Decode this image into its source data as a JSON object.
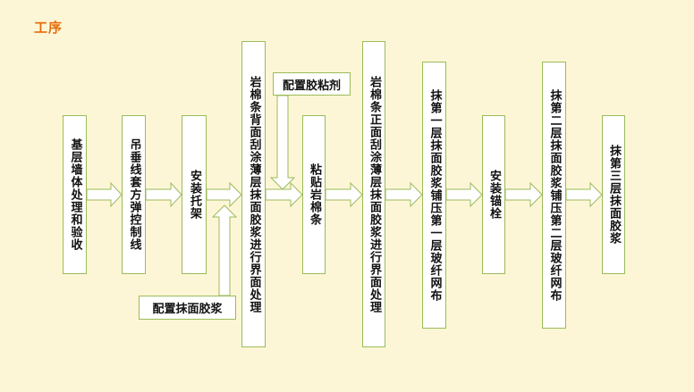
{
  "title": "工序",
  "steps": [
    {
      "id": "s1",
      "label": "基层墙体处理和验收"
    },
    {
      "id": "s2",
      "label": "吊垂线套方弹控制线"
    },
    {
      "id": "s3",
      "label": "安装托架"
    },
    {
      "id": "s4",
      "label": "岩棉条背面刮涂薄层抹面胶浆进行界面处理"
    },
    {
      "id": "s5",
      "label": "粘贴岩棉条"
    },
    {
      "id": "s6",
      "label": "岩棉条正面刮涂薄层抹面胶浆进行界面处理"
    },
    {
      "id": "s7",
      "label": "抹第一层抹面胶浆铺压第一层玻纤网布"
    },
    {
      "id": "s8",
      "label": "安装锚栓"
    },
    {
      "id": "s9",
      "label": "抹第二层抹面胶浆铺压第二层玻纤网布"
    },
    {
      "id": "s10",
      "label": "抹第三层抹面胶浆"
    }
  ],
  "side_inputs": [
    {
      "id": "prep-mortar",
      "label": "配置抹面胶浆"
    },
    {
      "id": "prep-adhesive",
      "label": "配置胶粘剂"
    }
  ],
  "colors": {
    "background": "#fdf6d6",
    "title": "#e46c0a",
    "border": "#9bbb59",
    "arrow_fill": "#ffffff"
  }
}
